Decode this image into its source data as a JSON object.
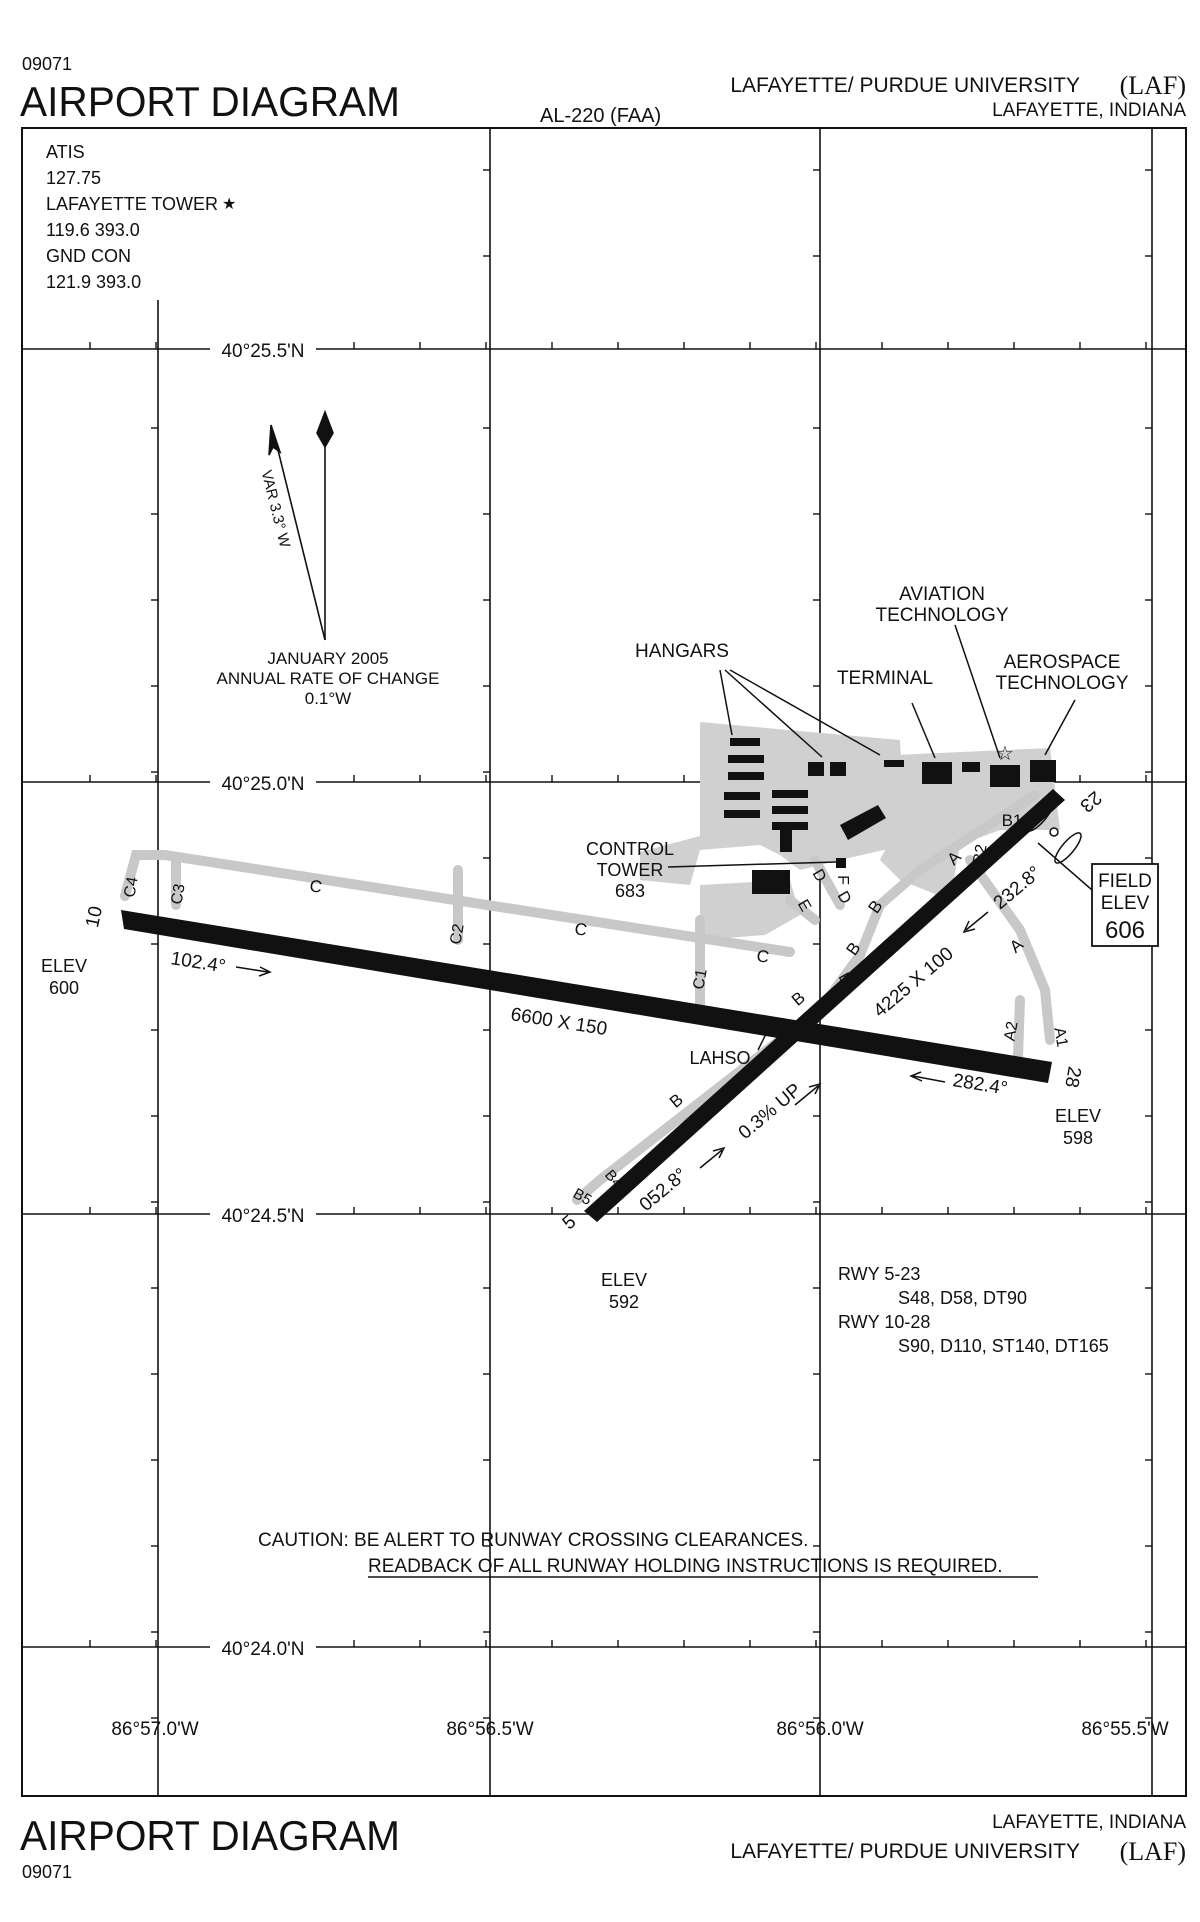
{
  "header": {
    "chart_number": "09071",
    "title": "AIRPORT DIAGRAM",
    "procedure_id": "AL-220 (FAA)",
    "airport_name": "LAFAYETTE/ PURDUE UNIVERSITY",
    "airport_code": "(LAF)",
    "location": "LAFAYETTE, INDIANA"
  },
  "footer": {
    "chart_number": "09071",
    "title": "AIRPORT DIAGRAM",
    "airport_name": "LAFAYETTE/ PURDUE UNIVERSITY",
    "airport_code": "(LAF)",
    "location": "LAFAYETTE, INDIANA"
  },
  "frequencies": {
    "atis_label": "ATIS",
    "atis_freq": "127.75",
    "tower_label": "LAFAYETTE TOWER",
    "tower_freq": "119.6  393.0",
    "gnd_label": "GND CON",
    "gnd_freq": "121.9  393.0"
  },
  "latitudes": [
    "40°25.5'N",
    "40°25.0'N",
    "40°24.5'N",
    "40°24.0'N"
  ],
  "longitudes": [
    "86°57.0'W",
    "86°56.5'W",
    "86°56.0'W",
    "86°55.5'W"
  ],
  "magvar": {
    "var_label": "VAR 3.3° W",
    "date_line": "JANUARY 2005",
    "rate_line": "ANNUAL RATE OF CHANGE",
    "rate_value": "0.1°W"
  },
  "runways": {
    "r10_28": {
      "end_a": "10",
      "end_b": "28",
      "heading_a": "102.4°",
      "heading_b": "282.4°",
      "dimensions": "6600 X 150",
      "elev_label": "ELEV",
      "elev_a": "600",
      "elev_b": "598"
    },
    "r5_23": {
      "end_a": "5",
      "end_b": "23",
      "heading_a": "052.8°",
      "heading_b": "232.8°",
      "dimensions": "4225 X 100",
      "slope": "0.3% UP",
      "elev_label": "ELEV",
      "elev_a": "592"
    }
  },
  "field_elev": {
    "line1": "FIELD",
    "line2": "ELEV",
    "value": "606"
  },
  "lahso": "LAHSO",
  "labels": {
    "hangars": "HANGARS",
    "terminal": "TERMINAL",
    "aviation_tech_1": "AVIATION",
    "aviation_tech_2": "TECHNOLOGY",
    "aerospace_tech_1": "AEROSPACE",
    "aerospace_tech_2": "TECHNOLOGY",
    "control_tower_1": "CONTROL",
    "control_tower_2": "TOWER",
    "control_tower_3": "683"
  },
  "taxiways": {
    "C": "C",
    "C1": "C1",
    "C2": "C2",
    "C3": "C3",
    "C4": "C4",
    "B": "B",
    "B1": "B1",
    "B2": "B2",
    "B3": "B3",
    "B4": "B4",
    "B5": "B5",
    "A": "A",
    "A1": "A1",
    "A2": "A2",
    "D": "D",
    "E": "E",
    "F": "F"
  },
  "strength": {
    "rwy_5_23": "RWY 5-23",
    "rwy_5_23_values": "S48, D58, DT90",
    "rwy_10_28": "RWY 10-28",
    "rwy_10_28_values": "S90, D110, ST140, DT165"
  },
  "caution": {
    "line1": "CAUTION: BE ALERT TO RUNWAY CROSSING CLEARANCES.",
    "line2": "READBACK OF ALL RUNWAY HOLDING INSTRUCTIONS IS REQUIRED."
  },
  "colors": {
    "ink": "#111111",
    "taxiway": "#c8c8c8",
    "apron": "#d0d0d0",
    "paper": "#ffffff"
  }
}
